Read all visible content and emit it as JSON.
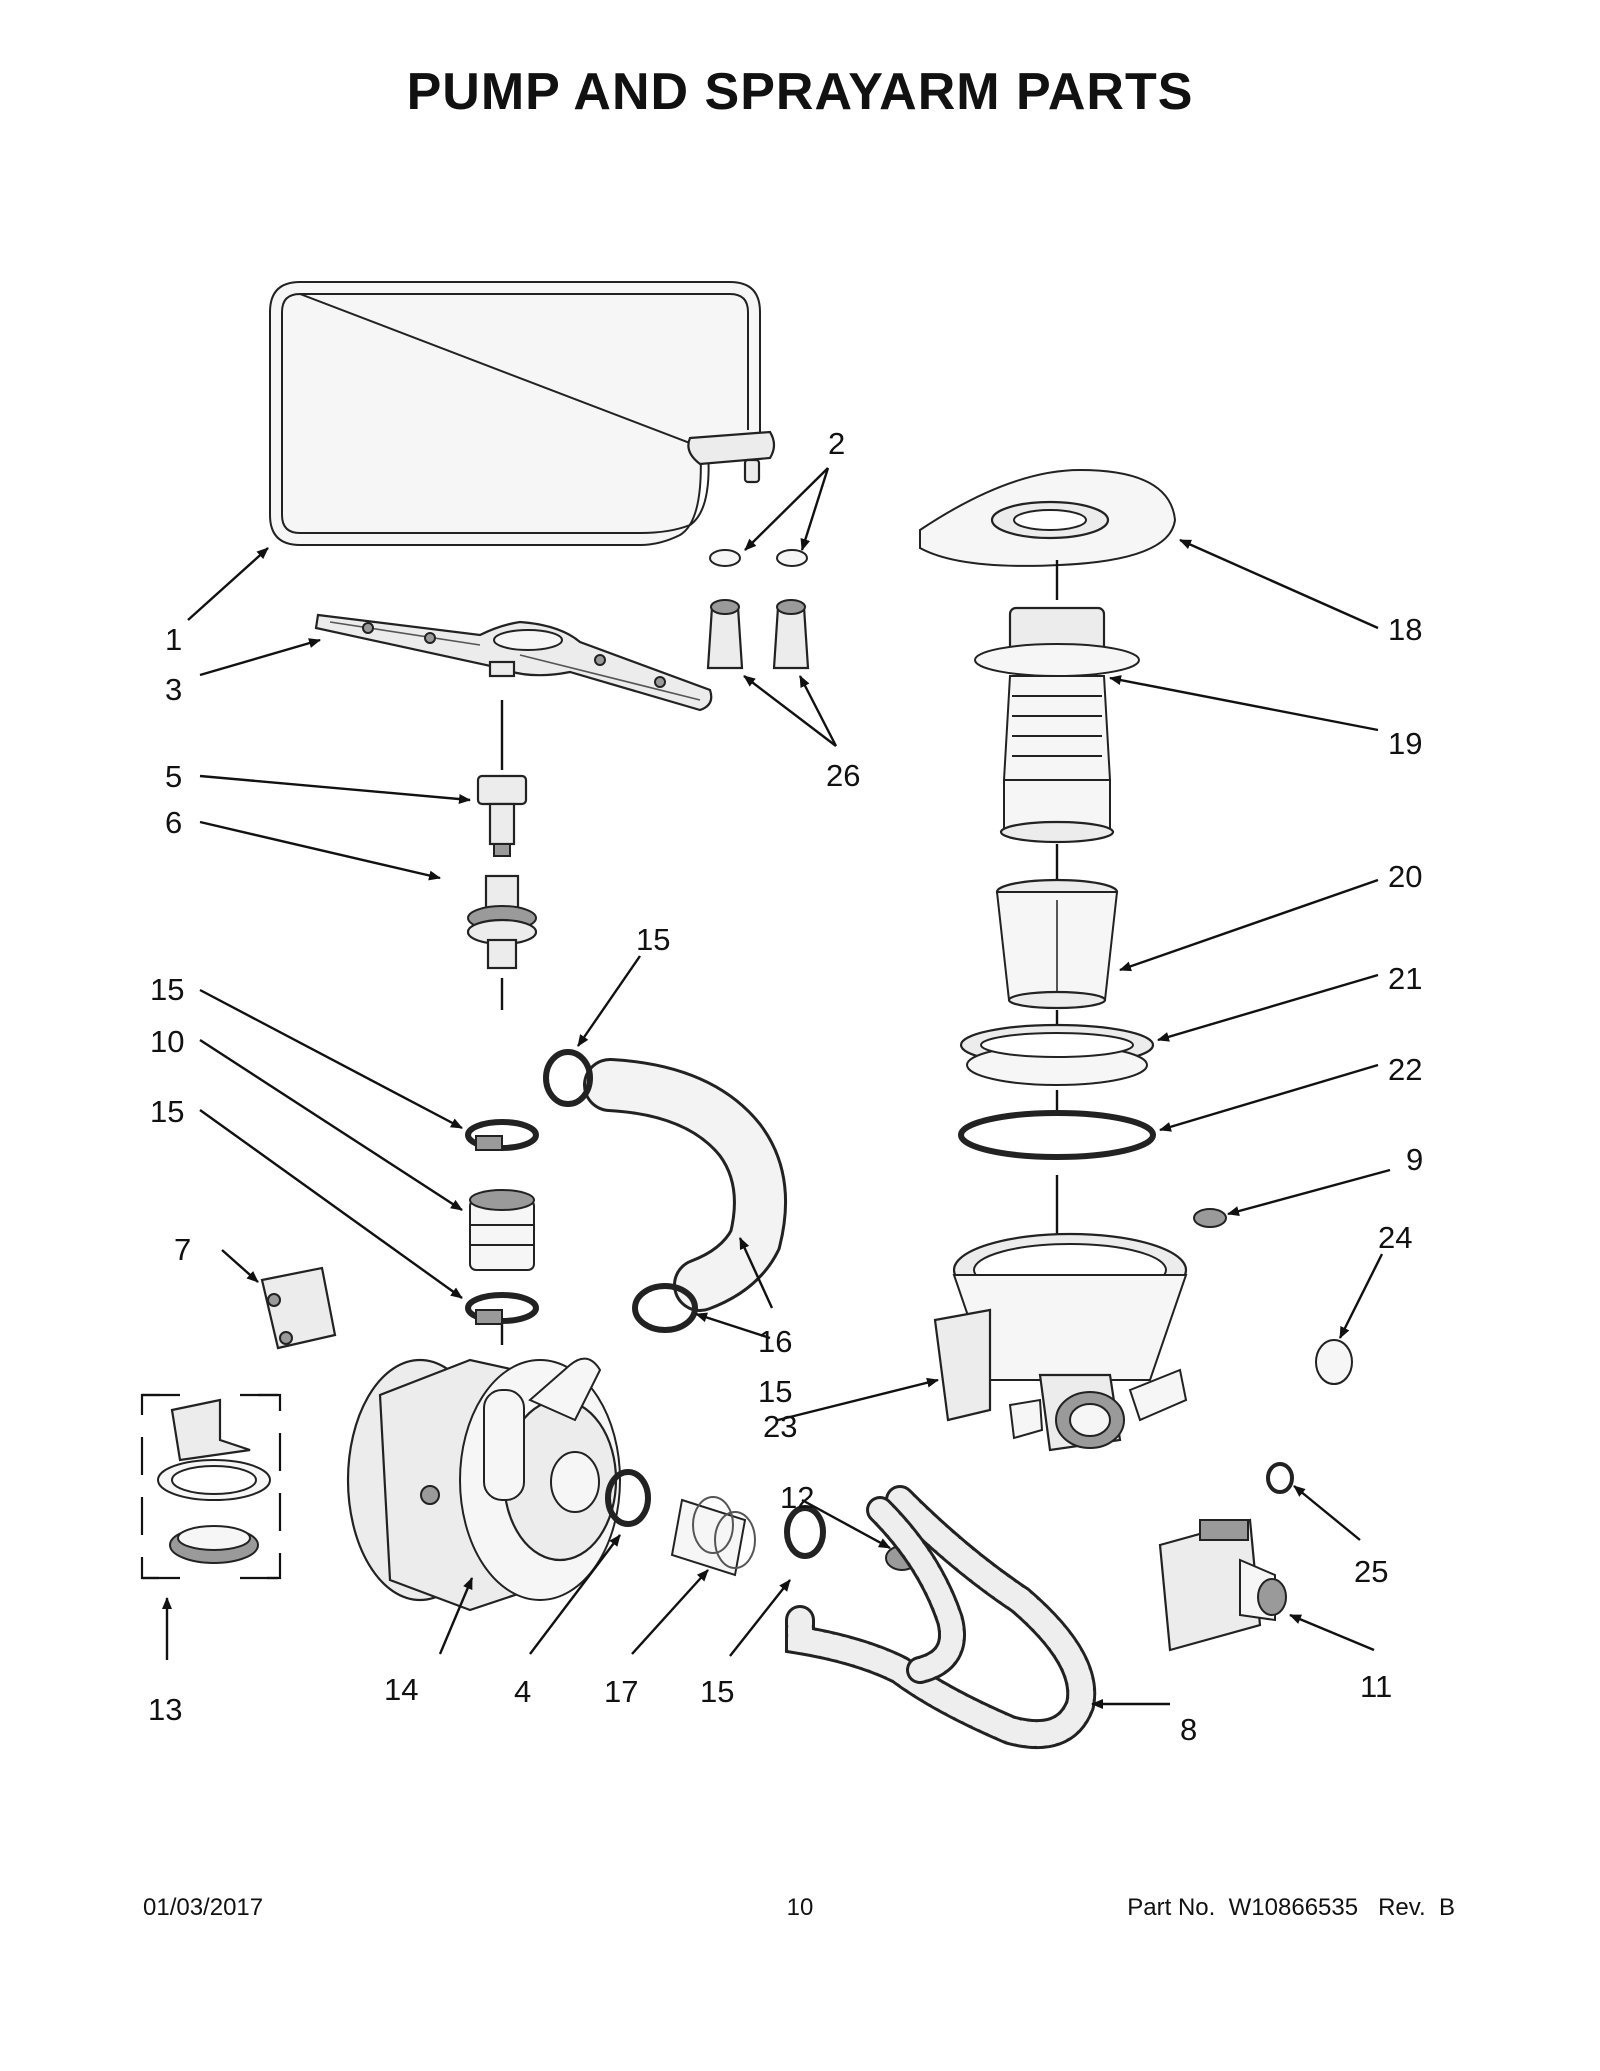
{
  "title": "PUMP AND SPRAYARM PARTS",
  "callouts": {
    "c1": "1",
    "c2": "2",
    "c3": "3",
    "c4": "4",
    "c5": "5",
    "c6": "6",
    "c7": "7",
    "c8": "8",
    "c9": "9",
    "c10": "10",
    "c11": "11",
    "c12": "12",
    "c13": "13",
    "c14": "14",
    "c15": "15",
    "c16": "16",
    "c17": "17",
    "c18": "18",
    "c19": "19",
    "c20": "20",
    "c21": "21",
    "c22": "22",
    "c23": "23",
    "c24": "24",
    "c25": "25",
    "c26": "26"
  },
  "footer": {
    "date": "01/03/2017",
    "page": "10",
    "part_number": "Part No.  W10866535   Rev.  B"
  }
}
